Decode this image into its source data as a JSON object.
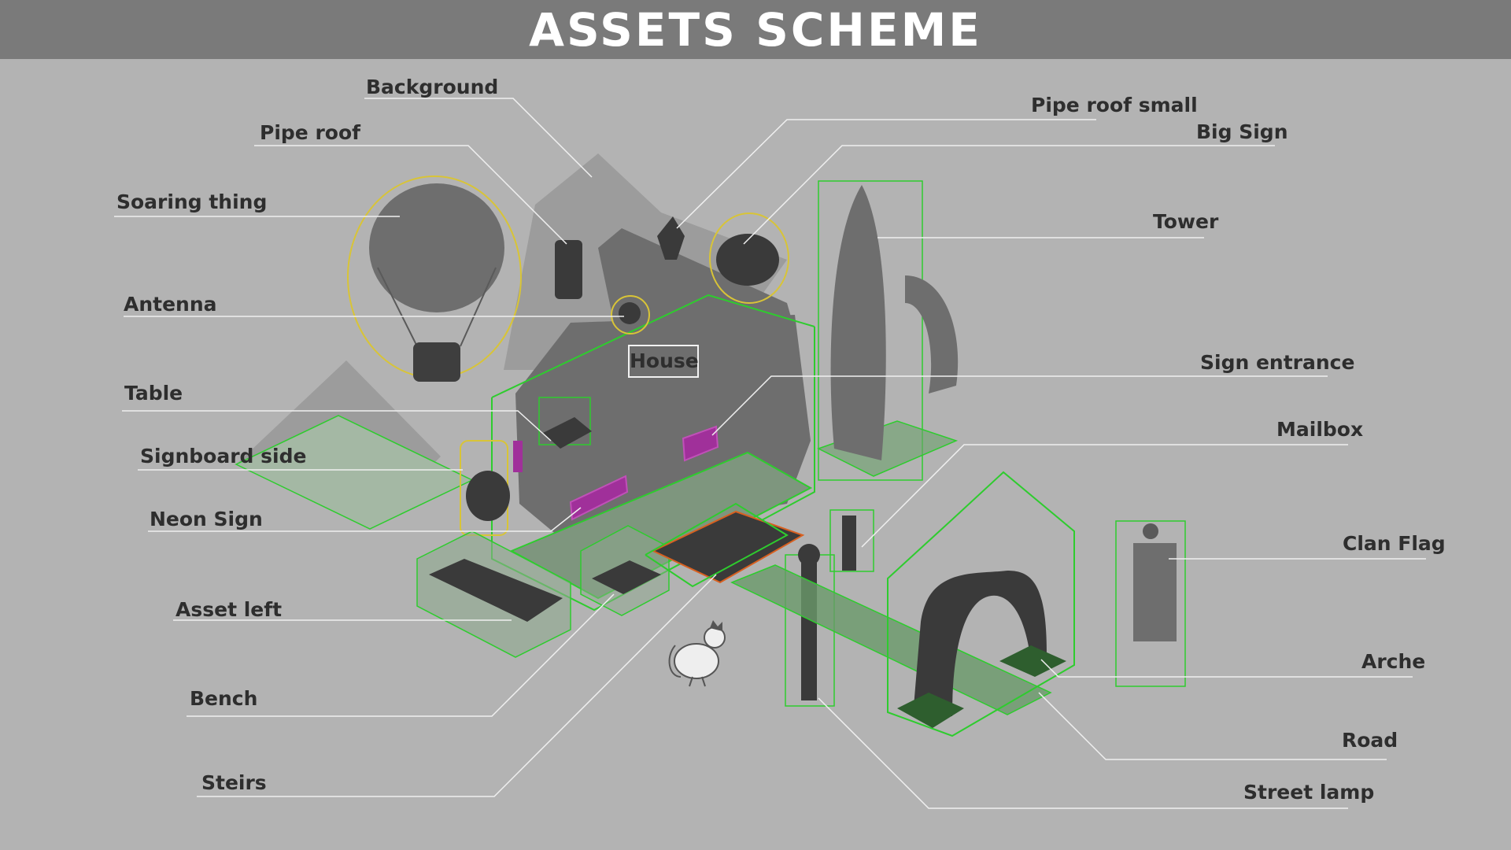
{
  "title": "ASSETS SCHEME",
  "labels": {
    "background": "Background",
    "pipe_roof": "Pipe roof",
    "soaring_thing": "Soaring thing",
    "antenna": "Antenna",
    "table": "Table",
    "signboard_side": "Signboard  side",
    "neon_sign": "Neon Sign",
    "asset_left": "Asset left",
    "bench": "Bench",
    "steirs": "Steirs",
    "house": "House",
    "pipe_roof_small": "Pipe roof small",
    "big_sign": "Big Sign",
    "tower": "Tower",
    "sign_entrance": "Sign entrance",
    "mailbox": "Mailbox",
    "clan_flag": "Clan Flag",
    "arche": "Arche",
    "road": "Road",
    "street_lamp": "Street lamp"
  },
  "colors": {
    "background": "#b3b3b3",
    "header": "#7a7a7a",
    "silhouette_light": "#9a9a9a",
    "silhouette_mid": "#6e6e6e",
    "silhouette_dark": "#3a3a3a",
    "bbox_green": "#2ecc2e",
    "highlight_yellow": "#d8c437",
    "neon_magenta": "#a0309a",
    "leader_line": "#f0f0f0"
  },
  "icons": [
    "rooster-icon"
  ]
}
